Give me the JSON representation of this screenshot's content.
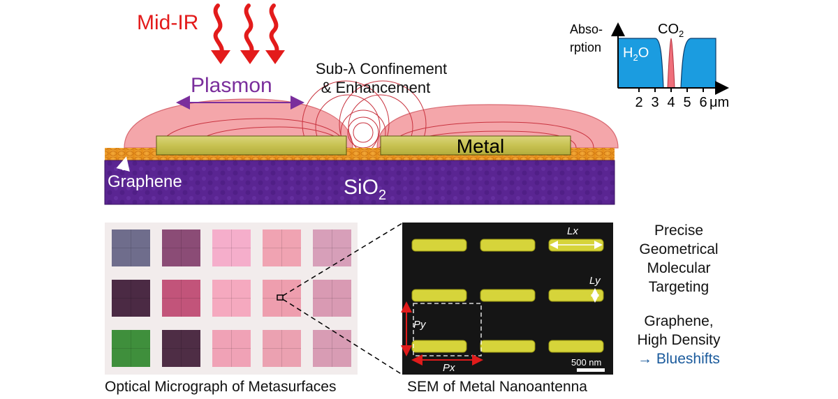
{
  "illustration": {
    "incident_label": "Mid-IR",
    "plasmon_label": "Plasmon",
    "confinement_line1": "Sub-λ Confinement",
    "confinement_line2": "& Enhancement",
    "metal_label": "Metal",
    "graphene_label": "Graphene",
    "substrate_label_main": "SiO",
    "substrate_label_sub": "2"
  },
  "absorption_plot": {
    "ylabel_line1": "Abso-",
    "ylabel_line2": "rption",
    "h2o_main": "H",
    "h2o_sub": "2",
    "h2o_end": "O",
    "co2_main": "CO",
    "co2_sub": "2",
    "ticks": [
      "2",
      "3",
      "4",
      "5",
      "6"
    ],
    "unit": "μm",
    "colors": {
      "water": "#1b9ce0",
      "co2": "#ef6f7a"
    }
  },
  "micrograph": {
    "caption": "Optical Micrograph of Metasurfaces",
    "colors": [
      [
        "#6f6d8c",
        "#8b4c76",
        "#f5aecb",
        "#f0a3b2",
        "#d79fb9"
      ],
      [
        "#4b2a44",
        "#c2547a",
        "#f5a9bf",
        "#ee9eae",
        "#d99ab3"
      ],
      [
        "#3f8f3c",
        "#4e2d45",
        "#f0a2b6",
        "#eba1b1",
        "#d89cb4"
      ]
    ]
  },
  "sem": {
    "caption": "SEM of Metal Nanoantenna",
    "lx": "Lx",
    "ly": "Ly",
    "py": "Py",
    "px": "Px",
    "scale": "500 nm"
  },
  "notes": {
    "line1": "Precise",
    "line2": "Geometrical",
    "line3": "Molecular",
    "line4": "Targeting",
    "line5": "Graphene,",
    "line6": "High Density",
    "line7": "→ Blueshifts"
  }
}
